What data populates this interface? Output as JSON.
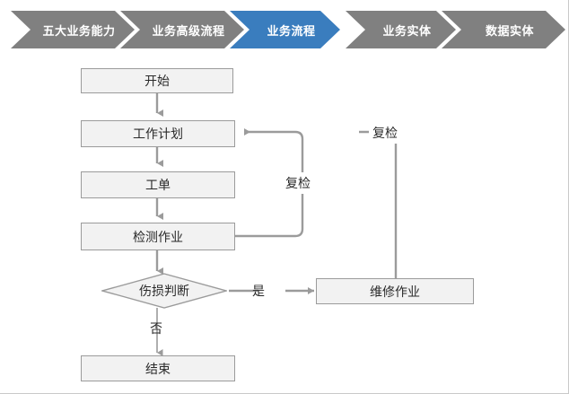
{
  "breadcrumb": {
    "active_index": 2,
    "colors": {
      "inactive": "#808080",
      "active": "#3A7DBE",
      "text": "#FFFFFF"
    },
    "items": [
      {
        "label": "五大业务能力",
        "state": "inactive"
      },
      {
        "label": "业务高级流程",
        "state": "inactive"
      },
      {
        "label": "业务流程",
        "state": "active"
      },
      {
        "label": "业务实体",
        "state": "inactive"
      },
      {
        "label": "数据实体",
        "state": "inactive"
      }
    ]
  },
  "flowchart": {
    "colors": {
      "node_fill": "#F2F2F2",
      "node_border": "#9B9B9B",
      "connector": "#9B9B9B",
      "text": "#2A2A2A"
    },
    "nodes": [
      {
        "id": "start",
        "label": "开始",
        "shape": "rect"
      },
      {
        "id": "workplan",
        "label": "工作计划",
        "shape": "rect"
      },
      {
        "id": "workorder",
        "label": "工单",
        "shape": "rect"
      },
      {
        "id": "inspect",
        "label": "检测作业",
        "shape": "rect"
      },
      {
        "id": "decision",
        "label": "伤损判断",
        "shape": "diamond"
      },
      {
        "id": "repair",
        "label": "维修作业",
        "shape": "rect"
      },
      {
        "id": "end",
        "label": "结束",
        "shape": "rect"
      }
    ],
    "edge_labels": [
      {
        "id": "yes",
        "label": "是"
      },
      {
        "id": "no",
        "label": "否"
      },
      {
        "id": "recheck-in",
        "label": "复检"
      },
      {
        "id": "recheck-out",
        "label": "复检"
      }
    ]
  }
}
